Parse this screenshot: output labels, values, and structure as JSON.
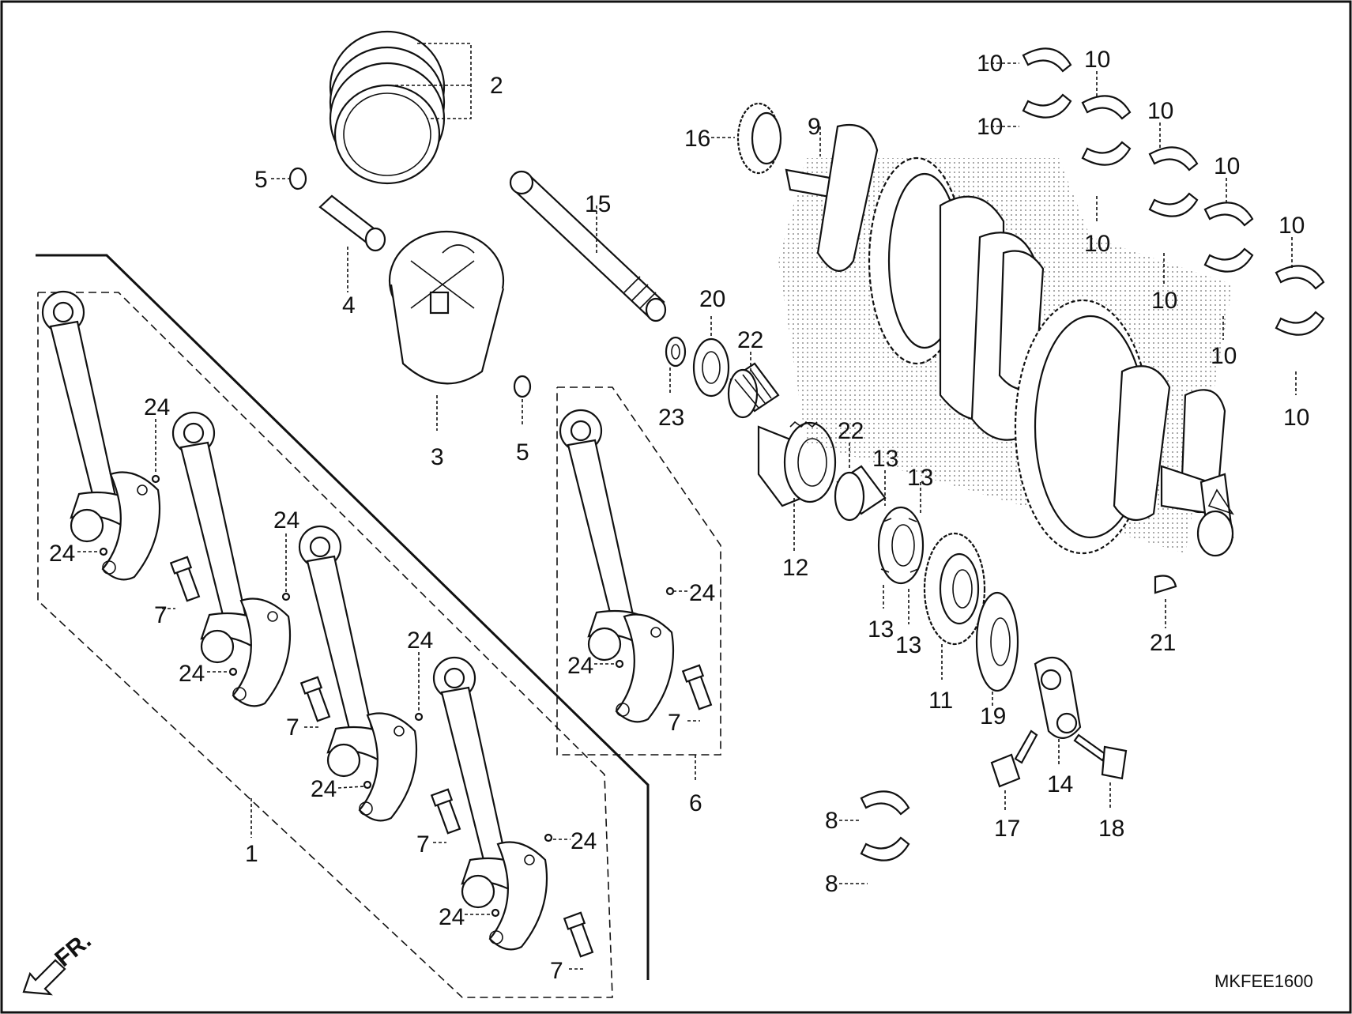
{
  "diagram": {
    "code": "MKFEE1600",
    "direction_label": "FR.",
    "callouts": {
      "c1": "1",
      "c2": "2",
      "c3": "3",
      "c4": "4",
      "c5": "5",
      "c6": "6",
      "c7": "7",
      "c8": "8",
      "c9": "9",
      "c10": "10",
      "c11": "11",
      "c12": "12",
      "c13": "13",
      "c14": "14",
      "c15": "15",
      "c16": "16",
      "c17": "17",
      "c18": "18",
      "c19": "19",
      "c20": "20",
      "c21": "21",
      "c22": "22",
      "c23": "23",
      "c24": "24"
    }
  }
}
